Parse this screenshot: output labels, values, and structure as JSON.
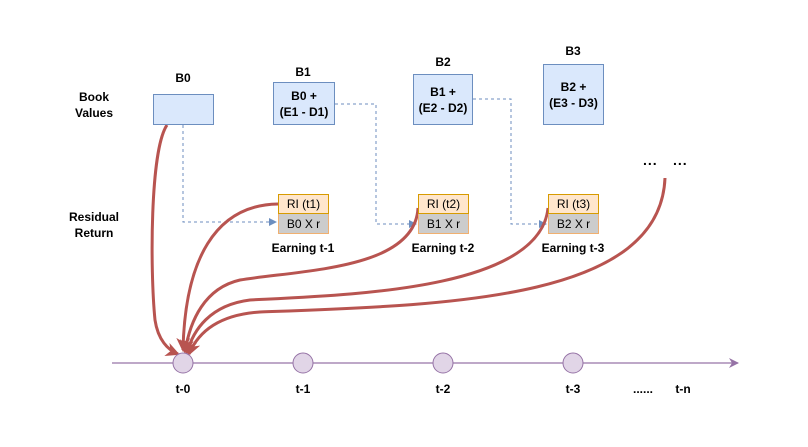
{
  "row_labels": {
    "book_values": [
      "Book",
      "Values"
    ],
    "residual_return": [
      "Residual",
      "Return"
    ]
  },
  "book_values": [
    {
      "id": "B0",
      "title": "B0",
      "content": []
    },
    {
      "id": "B1",
      "title": "B1",
      "content": [
        "B0 +",
        "(E1 - D1)"
      ]
    },
    {
      "id": "B2",
      "title": "B2",
      "content": [
        "B1 +",
        "(E2 - D2)"
      ]
    },
    {
      "id": "B3",
      "title": "B3",
      "content": [
        "B2 +",
        "(E3 - D3)"
      ]
    }
  ],
  "residual_returns": [
    {
      "ri": "RI (t1)",
      "charge": "B0 X r",
      "caption": "Earning t-1"
    },
    {
      "ri": "RI (t2)",
      "charge": "B1 X r",
      "caption": "Earning t-2"
    },
    {
      "ri": "RI (t3)",
      "charge": "B2 X r",
      "caption": "Earning t-3"
    }
  ],
  "continuation": {
    "dots_a": "...",
    "dots_b": "..."
  },
  "timeline": {
    "points": [
      "t-0",
      "t-1",
      "t-2",
      "t-3"
    ],
    "ellipsis": "......",
    "last": "t-n"
  },
  "colors": {
    "book_fill": "#dae8fc",
    "book_stroke": "#6c8ebf",
    "ri_fill": "#ffe6cc",
    "ri_stroke": "#d79b00",
    "charge_fill": "#cccccc",
    "discount_arrow": "#b85450",
    "timeline": "#9673a6",
    "timeline_node_fill": "#e1d5e7"
  }
}
